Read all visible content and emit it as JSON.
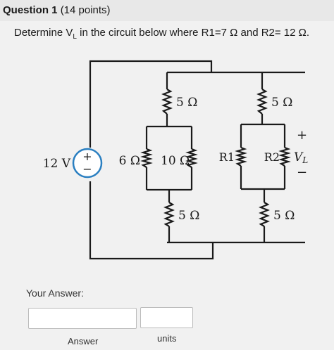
{
  "question": {
    "number_label": "Question 1",
    "points_label": "(14 points)",
    "prompt_pre": "Determine V",
    "prompt_sub": "L",
    "prompt_post": " in the circuit below where R1=7 Ω and R2= 12 Ω."
  },
  "circuit": {
    "source_label": "12 V",
    "source_plus": "+",
    "source_minus": "−",
    "r_top_left": "5 Ω",
    "r_top_right": "5 Ω",
    "r_6": "6 Ω",
    "r_10": "10 Ω",
    "r_bottom_left": "5 Ω",
    "r_bottom_right": "5 Ω",
    "r1_label": "R1",
    "r2_label": "R2",
    "vl_plus": "+",
    "vl_label": "V",
    "vl_sub": "L",
    "vl_minus": "−",
    "accent_color": "#2a7fc1"
  },
  "answer": {
    "your_answer_label": "Your Answer:",
    "answer_value": "",
    "units_value": "",
    "answer_caption": "Answer",
    "units_caption": "units"
  }
}
